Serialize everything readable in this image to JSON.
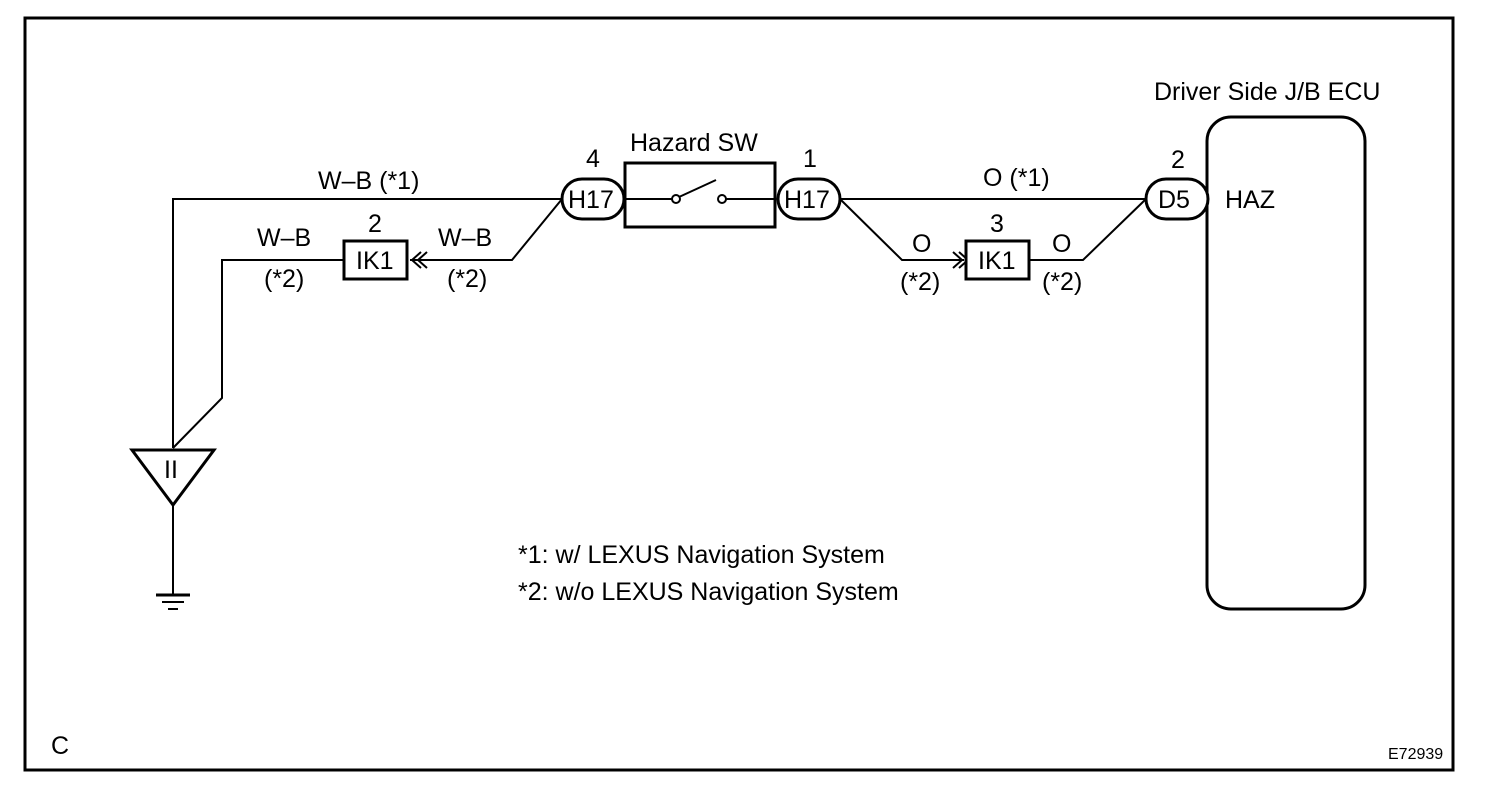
{
  "ecu": {
    "title": "Driver Side J/B ECU",
    "terminal_label": "HAZ",
    "connector": "D5",
    "pin": "2"
  },
  "hazard_switch": {
    "title": "Hazard SW",
    "connector_left": "H17",
    "pin_left": "4",
    "connector_right": "H17",
    "pin_right": "1"
  },
  "junction_left": {
    "connector": "IK1",
    "pin": "2"
  },
  "junction_right": {
    "connector": "IK1",
    "pin": "3"
  },
  "wires": {
    "wb_top": "W–B (*1)",
    "wb_left": "W–B",
    "wb_left_note": "(*2)",
    "wb_right": "W–B",
    "wb_right_note": "(*2)",
    "o_top": "O (*1)",
    "o_left": "O",
    "o_left_note": "(*2)",
    "o_right": "O",
    "o_right_note": "(*2)"
  },
  "ground": {
    "label": "II"
  },
  "legend": {
    "note1": "*1: w/ LEXUS Navigation System",
    "note2": "*2: w/o LEXUS Navigation System"
  },
  "corner_label": "C",
  "figure_id": "E72939"
}
